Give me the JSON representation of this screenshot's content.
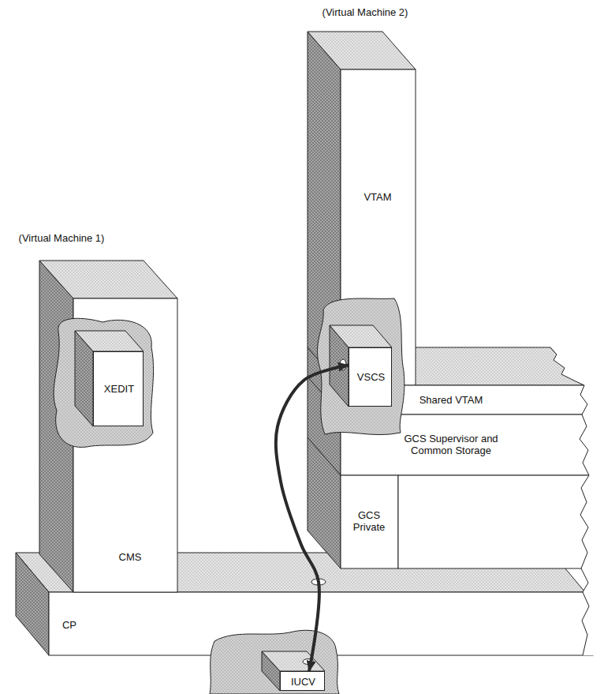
{
  "diagram": {
    "nodes": [
      {
        "text": [
          "(Virtual Machine 2)",
          "VTAM"
        ]
      },
      {
        "text": [
          "VSCS"
        ],
        "in": 0
      },
      {
        "text": [
          "(Virtual Machine 1)",
          "CMS"
        ]
      },
      {
        "text": [
          "XEDIT"
        ],
        "in": 2
      },
      {
        "text": [
          "Shared VTAM"
        ]
      },
      {
        "text": [
          "GCS Supervisor and Common Storage"
        ]
      },
      {
        "text": [
          "GCS Private"
        ]
      },
      {
        "text": [
          "CP"
        ]
      },
      {
        "text": [
          "IUCV"
        ],
        "in": 7
      }
    ],
    "edges": [
      {
        "from": 8,
        "to": 1,
        "arrow": "both"
      }
    ]
  }
}
